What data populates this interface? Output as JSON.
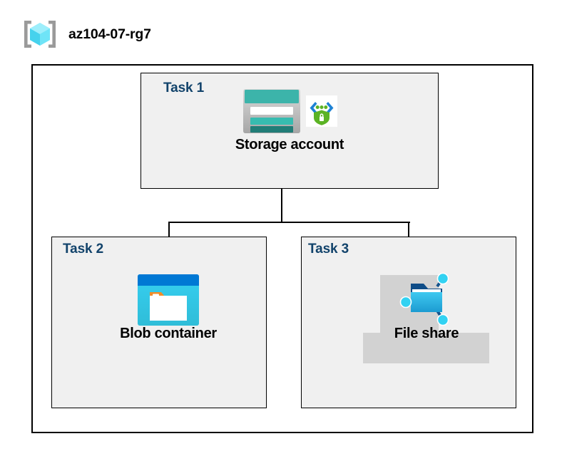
{
  "diagram": {
    "type": "azure-resource-group-architecture",
    "title": "az104-07-rg7",
    "title_icon": "resource-group-cube-icon",
    "background_color": "#FFFFFF",
    "container_border_color": "#000000",
    "task_box_fill": "#F0F0F0",
    "task_label_color": "#12436B",
    "connector_color": "#000000",
    "selection_highlight_color": "#D2D2D2"
  },
  "tasks": [
    {
      "id": "task1",
      "label": "Task 1",
      "node_caption": "Storage account",
      "icons": [
        "storage-account-icon",
        "security-shield-badge-icon"
      ],
      "highlighted": false
    },
    {
      "id": "task2",
      "label": "Task 2",
      "node_caption": "Blob container",
      "icons": [
        "blob-container-icon"
      ],
      "highlighted": false
    },
    {
      "id": "task3",
      "label": "Task 3",
      "node_caption": "File share",
      "icons": [
        "file-share-icon"
      ],
      "highlighted": true
    }
  ],
  "connections": [
    {
      "from": "Storage account",
      "to": "Blob container"
    },
    {
      "from": "Storage account",
      "to": "File share"
    }
  ],
  "colors": {
    "storage_header_teal": "#3CB4AA",
    "storage_stripe_teal": "#37BCB0",
    "storage_stripe_dark_teal": "#217D77",
    "shield_green": "#5BB324",
    "bracket_blue": "#0078D4",
    "blob_titlebar_blue": "#0078D4",
    "blob_body_cyan": "#32CEEE",
    "blob_tab_orange": "#F28C28",
    "fileshare_folder_blue": "#32B5E5",
    "fileshare_node_cyan": "#32D2F2",
    "cube_cyan": "#45E3F7",
    "bracket_gray": "#9A9A9A"
  }
}
